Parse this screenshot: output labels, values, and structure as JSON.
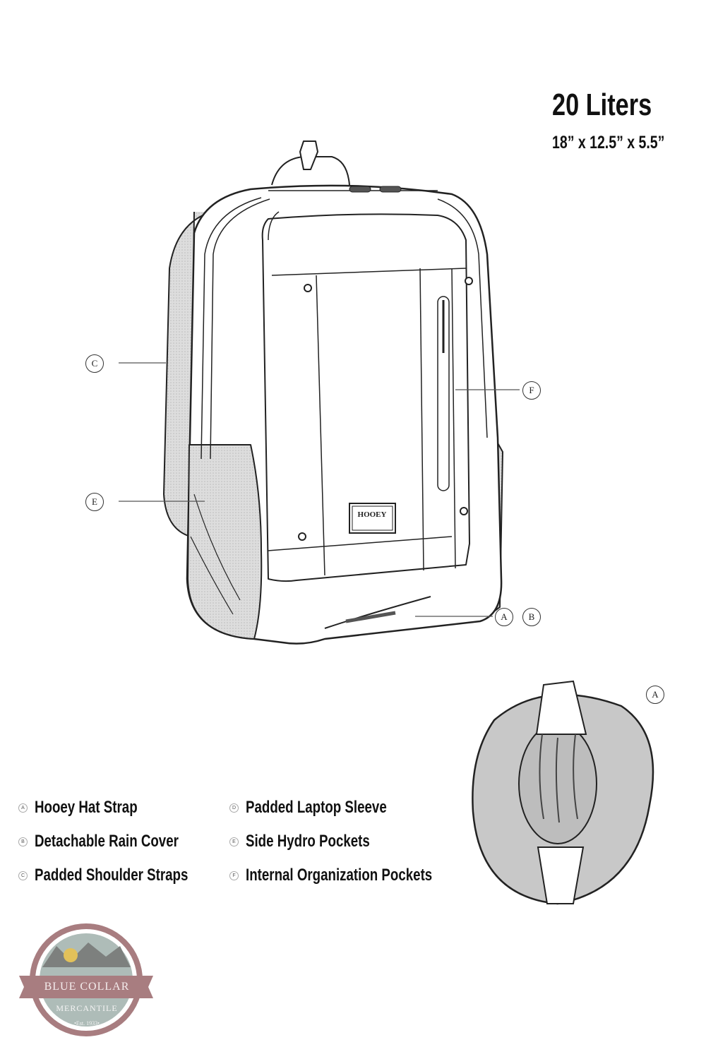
{
  "header": {
    "capacity": "20 Liters",
    "dimensions": "18” x 12.5” x 5.5”"
  },
  "callouts": {
    "a": "A",
    "b": "B",
    "c": "C",
    "e": "E",
    "f": "F",
    "hat_a": "A"
  },
  "legend": [
    {
      "key": "A",
      "label": "Hooey Hat Strap"
    },
    {
      "key": "B",
      "label": "Detachable Rain Cover"
    },
    {
      "key": "C",
      "label": "Padded Shoulder Straps"
    },
    {
      "key": "D",
      "label": "Padded Laptop Sleeve"
    },
    {
      "key": "E",
      "label": "Side Hydro Pockets"
    },
    {
      "key": "F",
      "label": "Internal Organization Pockets"
    }
  ],
  "patch_text": "HOOEY",
  "logo": {
    "line1": "BLUE COLLAR",
    "line2": "MERCANTILE",
    "line3": "•Est. 1933•"
  }
}
